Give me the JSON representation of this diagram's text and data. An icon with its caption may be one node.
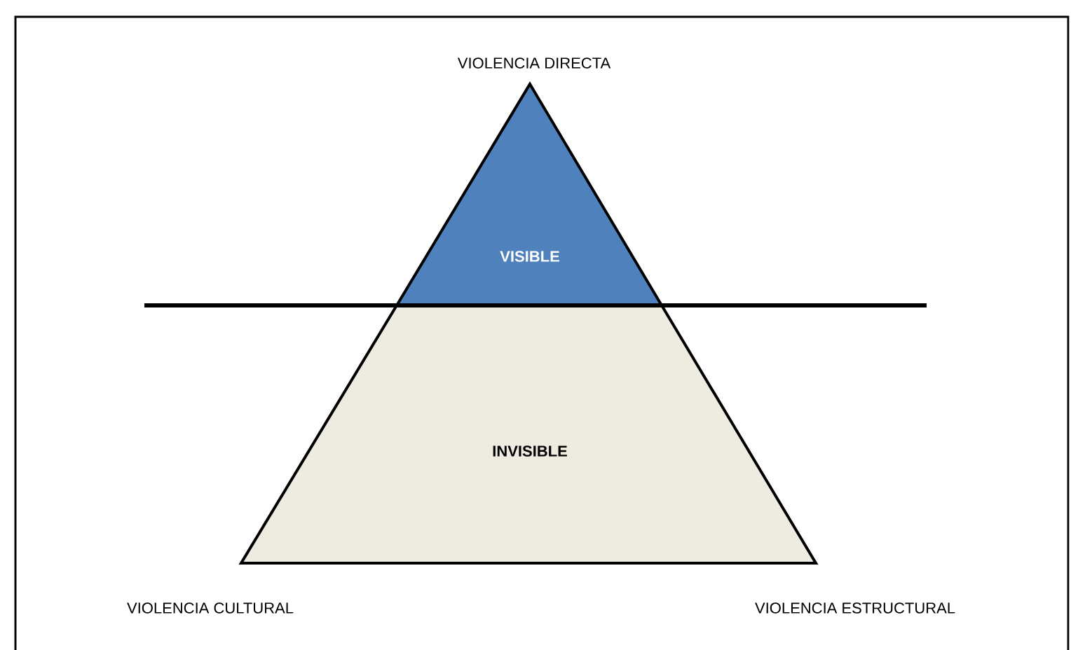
{
  "diagram": {
    "nodes": [
      {
        "text": [
          "VISIBLE"
        ]
      },
      {
        "text": [
          "INVISIBLE"
        ]
      }
    ],
    "labels": [
      "VIOLENCIA DIRECTA",
      "VIOLENCIA CULTURAL",
      "VIOLENCIA ESTRUCTURAL"
    ]
  }
}
